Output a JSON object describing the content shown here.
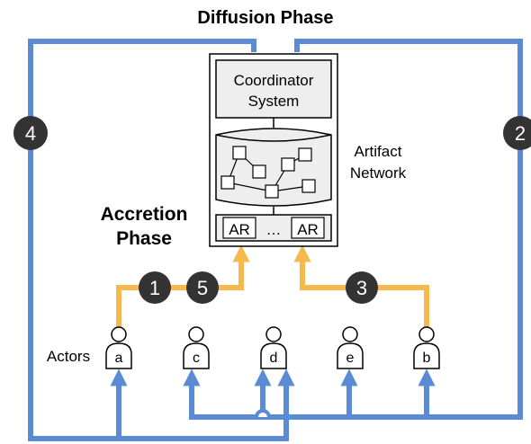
{
  "title": "Diffusion Phase",
  "accretion_label": [
    "Accretion",
    "Phase"
  ],
  "coordinator_label": [
    "Coordinator",
    "System"
  ],
  "artifact_label": [
    "Artifact",
    "Network"
  ],
  "ar_cells": [
    "AR",
    "…",
    "AR"
  ],
  "actors_label": "Actors",
  "actors": [
    "a",
    "c",
    "d",
    "e",
    "b"
  ],
  "badges": [
    "1",
    "5",
    "3",
    "4",
    "2"
  ],
  "colors": {
    "diffusion": "#5b8bd4",
    "accretion": "#f5b94d",
    "badge": "#333333",
    "box_fill": "#eeeeee"
  }
}
